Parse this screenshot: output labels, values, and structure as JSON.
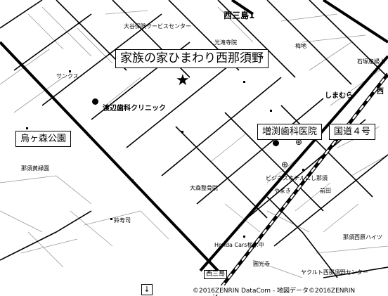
{
  "map": {
    "title": "家族の家ひまわり西那須野",
    "boxed_labels": {
      "park": "烏ヶ森公園",
      "hospital": "増渕歯科医院",
      "route": "国道４号",
      "station": "西三島"
    },
    "place_labels": {
      "area_nishimishima1": "西三島1",
      "service_center": "大谷保険サービスセンター",
      "zenkoji": "光滝寺院",
      "sanks": "サンクス",
      "watanabe_dental": "渡辺歯科クリニック",
      "shimamura": "しまむら",
      "ishizuka": "石塚産婦人",
      "business_hotel": "ビジネスホテルにし那須",
      "ohmori_clinic": "大森整骨院",
      "yamaki": "やまき",
      "zenten": "前田",
      "honda_cars": "Honda Cars栃木中",
      "enkouji": "圓光寺",
      "yakult": "ヤクルト西那須野センター",
      "nasunishi_heights": "那須西原ハイツ",
      "nasu_tamagawa": "那須黄緑園",
      "suzuki": "鈴寿司",
      "nishi": "西",
      "umechi": "梅地"
    },
    "copyright": "©2016ZENRIN DataCom - 地図データ©2016ZENRIN",
    "icons": {
      "target": "star-icon",
      "dental": "filled-circle-icon",
      "gas": "gas-station-icon",
      "down": "down-arrow-icon"
    },
    "colors": {
      "background": "#ffffff",
      "road": "#000000",
      "block": "#999999"
    }
  }
}
